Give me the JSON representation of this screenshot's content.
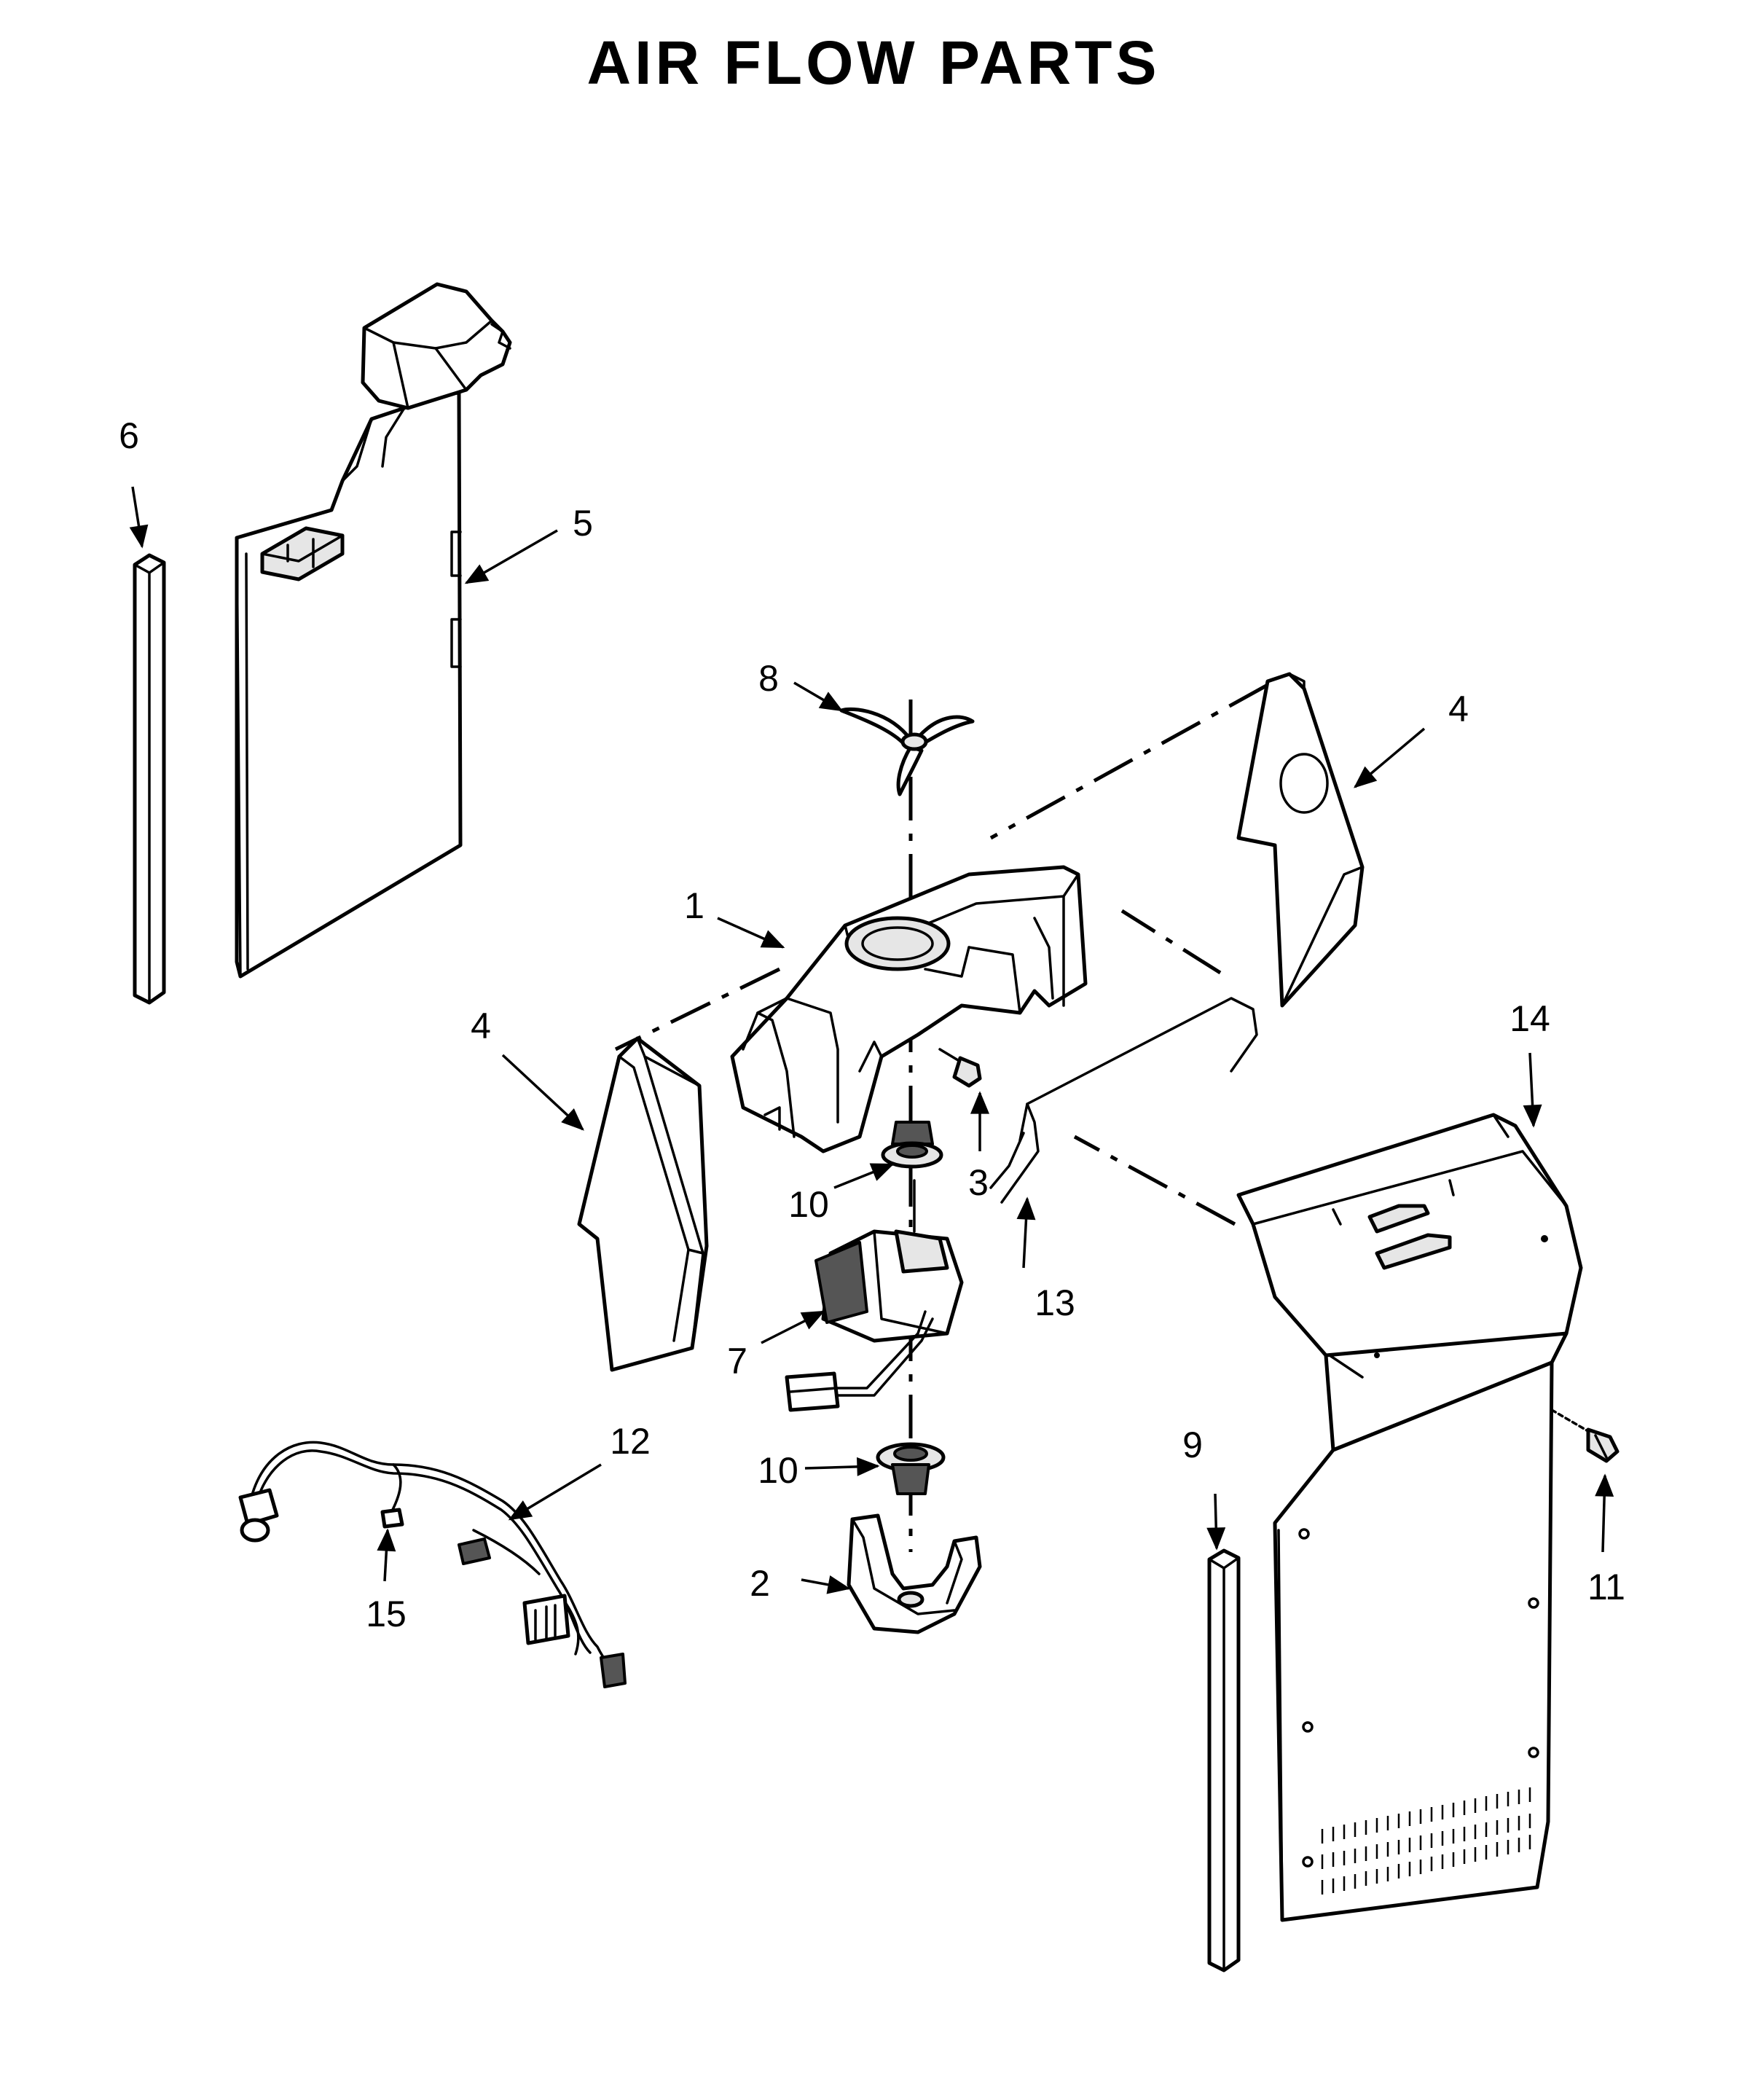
{
  "title": "AIR FLOW PARTS",
  "callouts": [
    {
      "id": "c1",
      "label": "1"
    },
    {
      "id": "c2",
      "label": "2"
    },
    {
      "id": "c3",
      "label": "3"
    },
    {
      "id": "c4a",
      "label": "4"
    },
    {
      "id": "c4b",
      "label": "4"
    },
    {
      "id": "c5",
      "label": "5"
    },
    {
      "id": "c6",
      "label": "6"
    },
    {
      "id": "c7",
      "label": "7"
    },
    {
      "id": "c8",
      "label": "8"
    },
    {
      "id": "c9",
      "label": "9"
    },
    {
      "id": "c10a",
      "label": "10"
    },
    {
      "id": "c10b",
      "label": "10"
    },
    {
      "id": "c11",
      "label": "11"
    },
    {
      "id": "c12",
      "label": "12"
    },
    {
      "id": "c13",
      "label": "13"
    },
    {
      "id": "c14",
      "label": "14"
    },
    {
      "id": "c15",
      "label": "15"
    }
  ]
}
